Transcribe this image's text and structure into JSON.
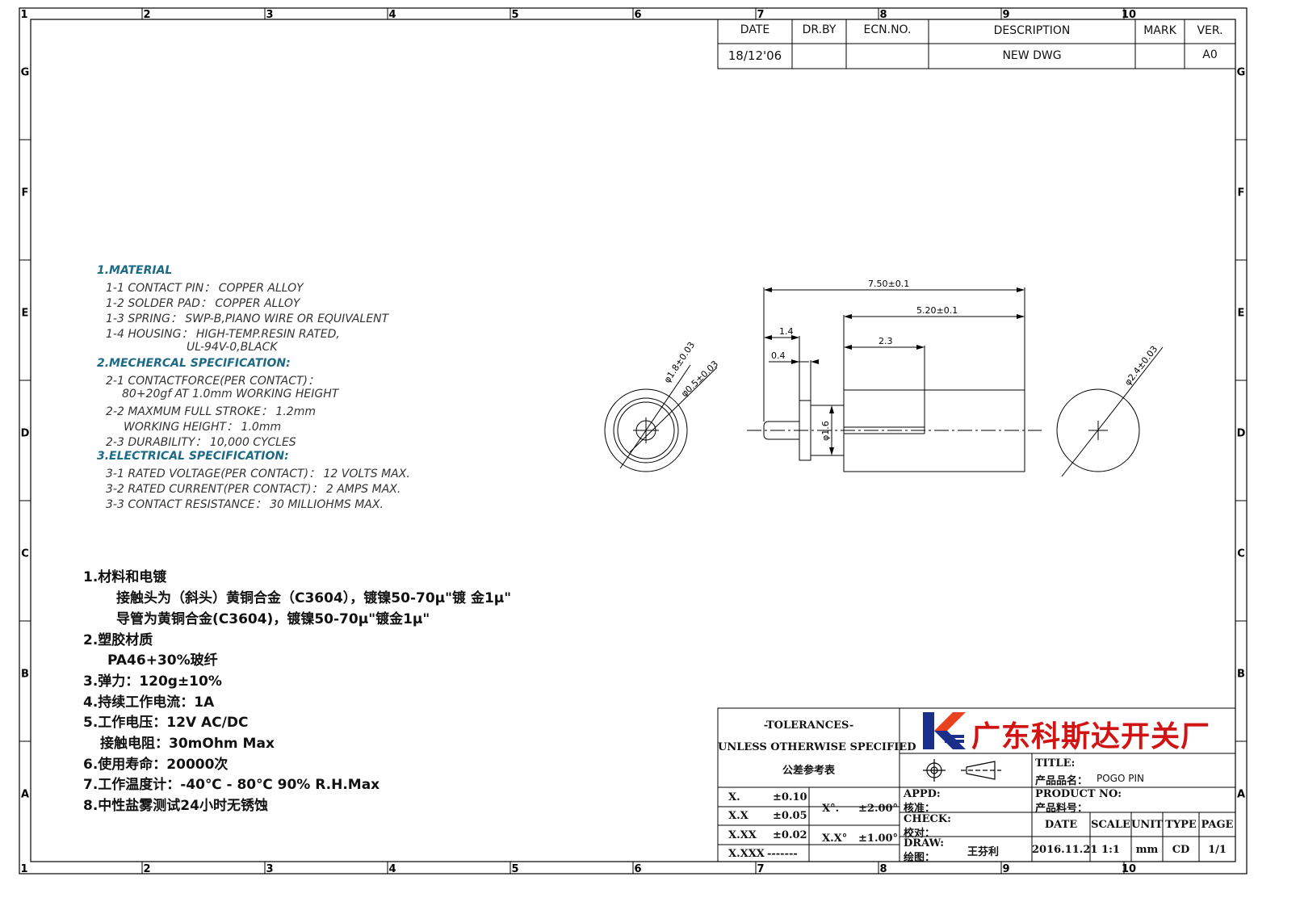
{
  "frame": {
    "columns": [
      "1",
      "2",
      "3",
      "4",
      "5",
      "6",
      "7",
      "8",
      "9",
      "10"
    ],
    "rows": [
      "G",
      "F",
      "E",
      "D",
      "C",
      "B",
      "A"
    ]
  },
  "revision": {
    "headers": {
      "date": "DATE",
      "drby": "DR.BY",
      "ecn": "ECN.NO.",
      "desc": "DESCRIPTION",
      "mark": "MARK",
      "ver": "VER."
    },
    "row": {
      "date": "18/12'06",
      "drby": "",
      "ecn": "",
      "desc": "NEW  DWG",
      "mark": "",
      "ver": "A0"
    }
  },
  "spec": {
    "material_h": "1.MATERIAL",
    "m1": "1-1 CONTACT PIN： COPPER ALLOY",
    "m2": "1-2 SOLDER PAD： COPPER ALLOY",
    "m3": "1-3 SPRING： SWP-B,PIANO WIRE OR EQUIVALENT",
    "m4": "1-4 HOUSING： HIGH-TEMP.RESIN RATED,",
    "m4b": "UL-94V-0,BLACK",
    "mech_h": "2.MECHERCAL SPECIFICATION:",
    "k1": "2-1 CONTACTFORCE(PER CONTACT)：",
    "k1b": "80+20gf AT 1.0mm WORKING HEIGHT",
    "k2": "2-2 MAXMUM FULL STROKE： 1.2mm",
    "k2b": "WORKING HEIGHT： 1.0mm",
    "k3": "2-3 DURABILITY： 10,000 CYCLES",
    "elec_h": "3.ELECTRICAL SPECIFICATION:",
    "e1": "3-1 RATED VOLTAGE(PER CONTACT)： 12 VOLTS MAX.",
    "e2": "3-2 RATED CURRENT(PER CONTACT)： 2 AMPS MAX.",
    "e3": "3-3 CONTACT RESISTANCE： 30 MILLIOHMS MAX."
  },
  "cn_notes": {
    "n1": "1.材料和电镀",
    "n1a": "接触头为（斜头）黄铜合金（C3604），镀镍50-70μ\"镀 金1μ\"",
    "n1b": "导管为黄铜合金(C3604)，镀镍50-70μ\"镀金1μ\"",
    "n2": "2.塑胶材质",
    "n2a": "PA46+30%玻纤",
    "n3": "3.弹力：120g±10%",
    "n4": "4.持续工作电流：1A",
    "n5": "5.工作电压：12V AC/DC",
    "n5a": "接触电阻：30mOhm Max",
    "n6": "6.使用寿命：20000次",
    "n7": "7.工作温度计：-40℃ - 80℃  90% R.H.Max",
    "n8": "8.中性盐雾测试24小时无锈蚀"
  },
  "dims": {
    "d_total": "7.50±0.1",
    "d_body": "5.20±0.1",
    "d_14": "1.4",
    "d_04": "0.4",
    "d_23": "2.3",
    "d_dia16": "φ1.6",
    "d_dia18": "φ1.8±0.03",
    "d_dia05": "φ0.5±0.03",
    "d_dia24": "φ2.4±0.03"
  },
  "titleblock": {
    "tol_title": "-TOLERANCES-",
    "tol_sub": "UNLESS OTHERWISE SPECIFIED",
    "tol_cn": "公差参考表",
    "company": "广东科斯达开关厂",
    "tol_rows": [
      {
        "k": "X.",
        "v": "±0.10"
      },
      {
        "k": "X.X",
        "v": "±0.05"
      },
      {
        "k": "X.XX",
        "v": "±0.02"
      },
      {
        "k": "X.XXX",
        "v": "-------"
      }
    ],
    "ang_rows": [
      {
        "k": "X°.",
        "v": "±2.00°"
      },
      {
        "k": "X.X°",
        "v": "±1.00°"
      }
    ],
    "title_label": "TITLE:",
    "name_label": "产品品名：",
    "name_value": "POGO PIN",
    "pno_label": "PRODUCT NO:",
    "pno_cn": "产品料号：",
    "appd": "APPD:",
    "appd_cn": "核准：",
    "check": "CHECK:",
    "check_cn": "校对：",
    "draw": "DRAW:",
    "draw_cn": "绘图：",
    "drawer": "王芬利",
    "h_date": "DATE",
    "h_scale": "SCALE",
    "h_unit": "UNIT",
    "h_type": "TYPE",
    "h_page": "PAGE",
    "v_date": "2016.11.21",
    "v_scale": "1:1",
    "v_unit": "mm",
    "v_type": "CD",
    "v_page": "1/1"
  }
}
